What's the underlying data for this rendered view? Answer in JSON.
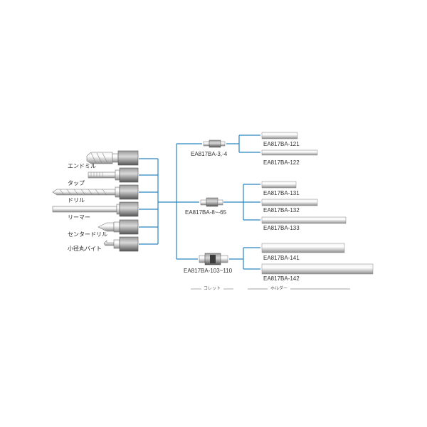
{
  "colors": {
    "connector": "#2b84c0",
    "metal_light": "#e6e6e6",
    "metal_mid": "#b9b9b9",
    "metal_dark": "#6d6d6d",
    "label": "#222222"
  },
  "tools": [
    {
      "label": "エンドミル",
      "icon": "end-mill-icon"
    },
    {
      "label": "タップ",
      "icon": "tap-icon"
    },
    {
      "label": "ドリル",
      "icon": "drill-icon"
    },
    {
      "label": "リーマー",
      "icon": "reamer-icon"
    },
    {
      "label": "センタードリル",
      "icon": "center-drill-icon"
    },
    {
      "label": "小径丸バイト",
      "icon": "boring-bar-icon"
    }
  ],
  "collets": [
    {
      "code": "EA817BA-3,-4",
      "icon": "collet-small-icon"
    },
    {
      "code": "EA817BA-8~-65",
      "icon": "collet-medium-icon"
    },
    {
      "code": "EA817BA-103~110",
      "icon": "collet-large-icon"
    }
  ],
  "holders": [
    {
      "code": "EA817BA-121",
      "icon": "holder-bar-icon"
    },
    {
      "code": "EA817BA-122",
      "icon": "holder-bar-icon"
    },
    {
      "code": "EA817BA-131",
      "icon": "holder-bar-icon"
    },
    {
      "code": "EA817BA-132",
      "icon": "holder-bar-icon"
    },
    {
      "code": "EA817BA-133",
      "icon": "holder-bar-icon"
    },
    {
      "code": "EA817BA-141",
      "icon": "holder-bar-icon"
    },
    {
      "code": "EA817BA-142",
      "icon": "holder-bar-icon"
    }
  ],
  "legend": {
    "collet": "コレット",
    "holder": "ホルダー"
  }
}
